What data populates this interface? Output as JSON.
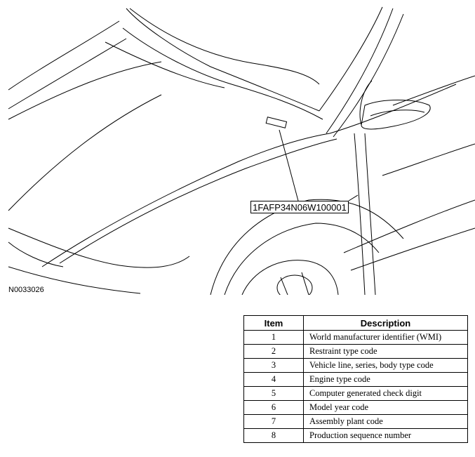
{
  "figure": {
    "vin_label": "1FAFP34N06W100001",
    "figure_id": "N0033026"
  },
  "table": {
    "headers": {
      "item": "Item",
      "description": "Description"
    },
    "rows": [
      {
        "item": "1",
        "description": "World manufacturer identifier (WMI)"
      },
      {
        "item": "2",
        "description": "Restraint type code"
      },
      {
        "item": "3",
        "description": "Vehicle line, series, body type code"
      },
      {
        "item": "4",
        "description": "Engine type code"
      },
      {
        "item": "5",
        "description": "Computer generated check digit"
      },
      {
        "item": "6",
        "description": "Model year code"
      },
      {
        "item": "7",
        "description": "Assembly plant code"
      },
      {
        "item": "8",
        "description": "Production sequence number"
      }
    ]
  }
}
